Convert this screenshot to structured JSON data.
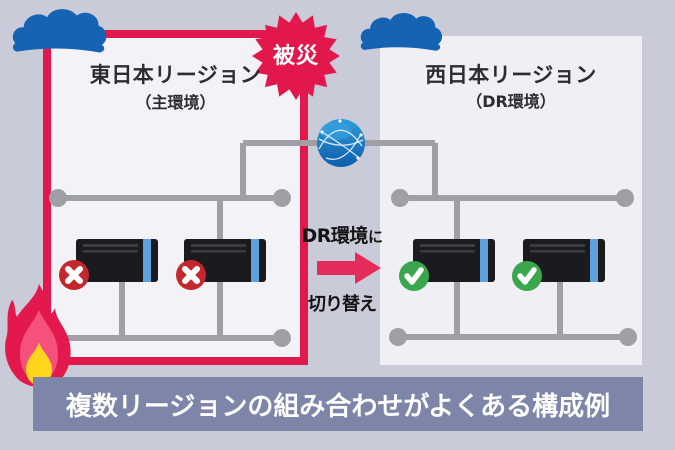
{
  "left_region": {
    "title": "東日本リージョン",
    "subtitle": "（主環境）",
    "disaster_badge": "被災",
    "servers": [
      {
        "status": "error"
      },
      {
        "status": "error"
      }
    ]
  },
  "right_region": {
    "title": "西日本リージョン",
    "subtitle": "（DR環境）",
    "servers": [
      {
        "status": "ok"
      },
      {
        "status": "ok"
      }
    ]
  },
  "transition": {
    "line1": "DR環境",
    "line1_suffix": "に",
    "line2": "切り替え",
    "direction": "right"
  },
  "caption": {
    "text": "複数リージョンの組み合わせがよくある構成例"
  },
  "icons": {
    "cloud": "cloud-icon",
    "globe": "internet-globe-icon",
    "fire": "fire-icon",
    "error": "cross-icon",
    "ok": "check-icon",
    "arrow": "right-arrow-icon",
    "disaster": "starburst-badge"
  },
  "colors": {
    "bg": "#c9cbd8",
    "box_fill_left": "#f3f3f7",
    "box_fill_right": "#efeff4",
    "crimson": "#e2184d",
    "banner": "#7d86a8",
    "line": "#9fa0a5",
    "cloud": "#1763b3",
    "globe_top": "#2f9cdb",
    "globe_bottom": "#0e5dab",
    "server": "#1a1a1f",
    "server_vent": "#3b3b45",
    "server_stripe": "#5ea1dc",
    "error": "#c2282e",
    "ok": "#3aa64d",
    "arrow": "#e62a5c",
    "fire_outer": "#e3184d",
    "fire_mid": "#f4517c",
    "fire_inner": "#ffd51e",
    "title_ink": "#2d2d30",
    "mid_ink": "#141414"
  }
}
